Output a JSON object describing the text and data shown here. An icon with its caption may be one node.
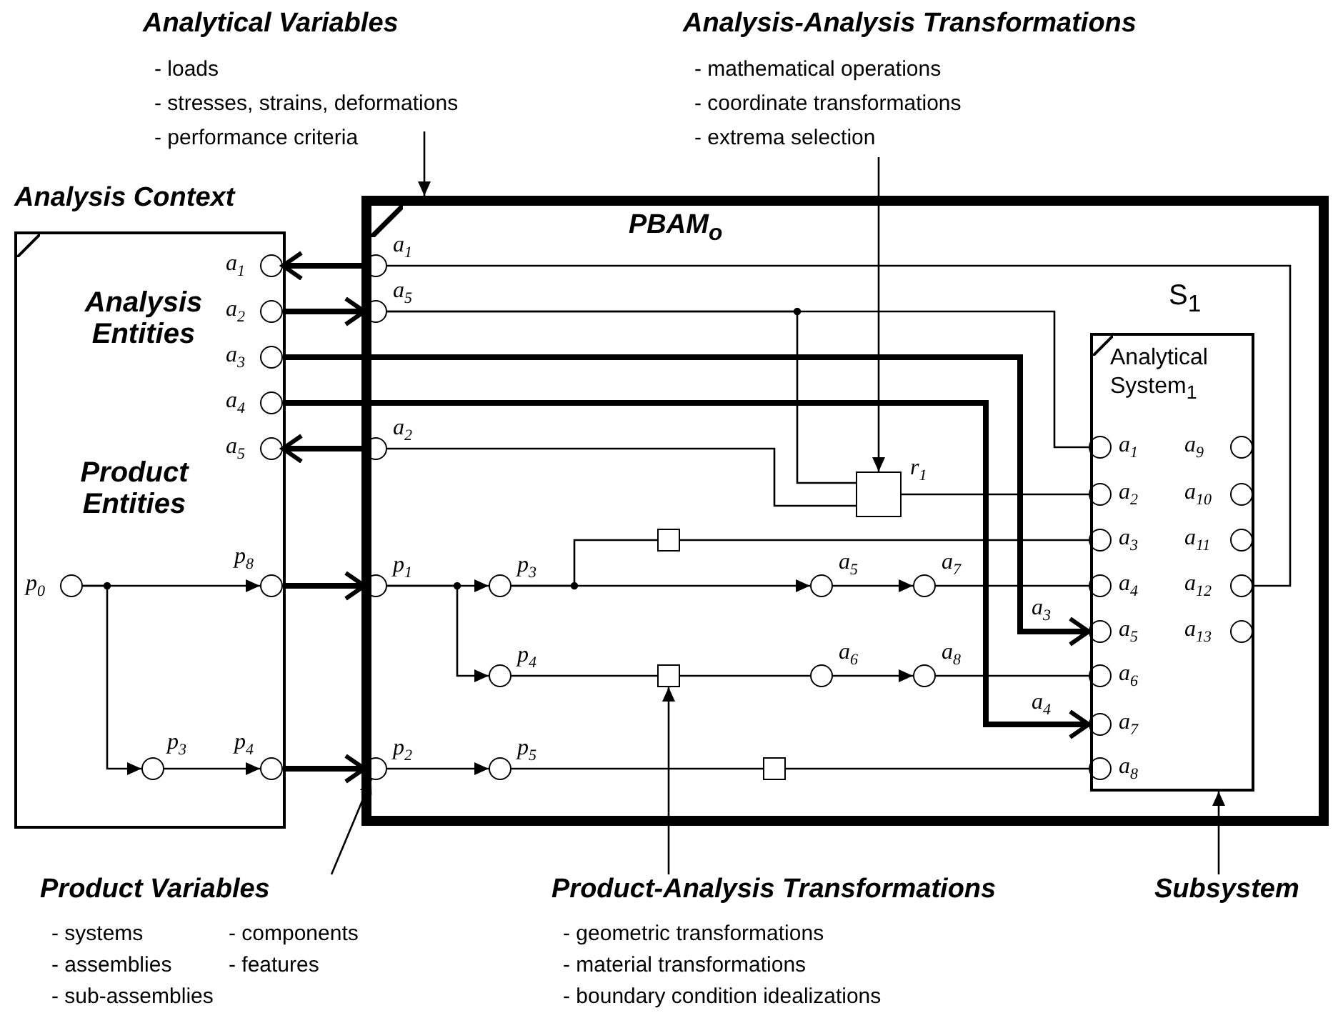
{
  "diagram": {
    "nodes": [
      {
        "text": [
          "Analysis Context",
          "Analysis Entities",
          "Product Entities"
        ]
      },
      {
        "text": [],
        "shape": "circle",
        "beside": [
          "a$_{1}$"
        ],
        "in": 0
      },
      {
        "text": [],
        "shape": "circle",
        "beside": [
          "a$_{2}$"
        ],
        "in": 0
      },
      {
        "text": [],
        "shape": "circle",
        "beside": [
          "a$_{3}$"
        ],
        "in": 0
      },
      {
        "text": [],
        "shape": "circle",
        "beside": [
          "a$_{4}$"
        ],
        "in": 0
      },
      {
        "text": [],
        "shape": "circle",
        "beside": [
          "a$_{5}$"
        ],
        "in": 0
      },
      {
        "text": [],
        "shape": "circle",
        "beside": [
          "p$_{0}$"
        ],
        "in": 0
      },
      {
        "text": [],
        "shape": "circle",
        "beside": [
          "p$_{8}$"
        ],
        "in": 0
      },
      {
        "text": [],
        "shape": "circle",
        "beside": [
          "p$_{3}$"
        ],
        "in": 0
      },
      {
        "text": [],
        "shape": "circle",
        "beside": [
          "p$_{4}$"
        ],
        "in": 0
      },
      {
        "text": [
          "PBAM$_{o}$"
        ]
      },
      {
        "text": [],
        "shape": "circle",
        "beside": [
          "a$_{1}$"
        ],
        "in": 10
      },
      {
        "text": [],
        "shape": "circle",
        "beside": [
          "a$_{5}$"
        ],
        "in": 10
      },
      {
        "text": [],
        "shape": "circle",
        "beside": [
          "a$_{2}$"
        ],
        "in": 10
      },
      {
        "text": [],
        "shape": "circle",
        "beside": [
          "p$_{1}$"
        ],
        "in": 10
      },
      {
        "text": [],
        "shape": "circle",
        "beside": [
          "p$_{2}$"
        ],
        "in": 10
      },
      {
        "text": [],
        "shape": "circle",
        "beside": [
          "p$_{3}$"
        ],
        "in": 10
      },
      {
        "text": [],
        "shape": "circle",
        "beside": [
          "p$_{4}$"
        ],
        "in": 10
      },
      {
        "text": [],
        "shape": "circle",
        "beside": [
          "p$_{5}$"
        ],
        "in": 10
      },
      {
        "text": [],
        "shape": "box",
        "beside": [
          "r$_{1}$"
        ],
        "in": 10
      },
      {
        "text": [],
        "shape": "box",
        "in": 10
      },
      {
        "text": [],
        "shape": "circle",
        "beside": [
          "a$_{5}$"
        ],
        "in": 10
      },
      {
        "text": [],
        "shape": "circle",
        "beside": [
          "a$_{7}$"
        ],
        "in": 10
      },
      {
        "text": [],
        "shape": "box",
        "in": 10
      },
      {
        "text": [],
        "shape": "circle",
        "beside": [
          "a$_{6}$"
        ],
        "in": 10
      },
      {
        "text": [],
        "shape": "circle",
        "beside": [
          "a$_{8}$"
        ],
        "in": 10
      },
      {
        "text": [],
        "shape": "box",
        "in": 10
      },
      {
        "text": [
          "Analytical System$_{1}$"
        ],
        "beside": [
          "S$_{1}$"
        ],
        "in": 10
      },
      {
        "text": [],
        "shape": "circle",
        "beside": [
          "a$_{1}$"
        ],
        "in": 27
      },
      {
        "text": [],
        "shape": "circle",
        "beside": [
          "a$_{2}$"
        ],
        "in": 27
      },
      {
        "text": [],
        "shape": "circle",
        "beside": [
          "a$_{3}$"
        ],
        "in": 27
      },
      {
        "text": [],
        "shape": "circle",
        "beside": [
          "a$_{4}$"
        ],
        "in": 27
      },
      {
        "text": [],
        "shape": "circle",
        "beside": [
          "a$_{5}$"
        ],
        "in": 27
      },
      {
        "text": [],
        "shape": "circle",
        "beside": [
          "a$_{6}$"
        ],
        "in": 27
      },
      {
        "text": [],
        "shape": "circle",
        "beside": [
          "a$_{7}$"
        ],
        "in": 27
      },
      {
        "text": [],
        "shape": "circle",
        "beside": [
          "a$_{8}$"
        ],
        "in": 27
      },
      {
        "text": [],
        "shape": "circle",
        "beside": [
          "a$_{9}$"
        ],
        "in": 27
      },
      {
        "text": [],
        "shape": "circle",
        "beside": [
          "a$_{10}$"
        ],
        "in": 27
      },
      {
        "text": [],
        "shape": "circle",
        "beside": [
          "a$_{11}$"
        ],
        "in": 27
      },
      {
        "text": [],
        "shape": "circle",
        "beside": [
          "a$_{12}$"
        ],
        "in": 27
      },
      {
        "text": [],
        "shape": "circle",
        "beside": [
          "a$_{13}$"
        ],
        "in": 27
      },
      {
        "text": [
          "Analytical Variables",
          "- loads",
          "- stresses, strains, deformations",
          "- performance criteria"
        ]
      },
      {
        "text": [
          "Analysis-Analysis Transformations",
          "- mathematical operations",
          "- coordinate transformations",
          "- extrema selection"
        ]
      },
      {
        "text": [
          "Product Variables",
          "- systems",
          "- components",
          "- assemblies",
          "- features",
          "- sub-assemblies"
        ]
      },
      {
        "text": [
          "Product-Analysis Transformations",
          "- geometric transformations",
          "- material transformations",
          "- boundary condition idealizations"
        ]
      },
      {
        "text": [
          "Subsystem"
        ]
      }
    ],
    "edges": [
      {
        "from": 11,
        "to": 1,
        "arrow": "to",
        "style": "thick"
      },
      {
        "from": 2,
        "to": 12,
        "arrow": "to",
        "style": "thick"
      },
      {
        "from": 3,
        "to": 32,
        "arrow": "to",
        "style": "thick",
        "label": "a$_{3}$"
      },
      {
        "from": 4,
        "to": 34,
        "arrow": "to",
        "style": "thick",
        "label": "a$_{4}$"
      },
      {
        "from": 13,
        "to": 5,
        "arrow": "to",
        "style": "thick"
      },
      {
        "from": 6,
        "to": 7,
        "arrow": "to"
      },
      {
        "from": 6,
        "to": 8,
        "arrow": "to"
      },
      {
        "from": 8,
        "to": 9,
        "arrow": "to"
      },
      {
        "from": 7,
        "to": 14,
        "arrow": "to",
        "style": "thick"
      },
      {
        "from": 9,
        "to": 15,
        "arrow": "to",
        "style": "thick"
      },
      {
        "from": 11,
        "to": 39,
        "arrow": "none"
      },
      {
        "from": 12,
        "to": 28,
        "arrow": "none"
      },
      {
        "from": 12,
        "to": 19,
        "arrow": "none"
      },
      {
        "from": 13,
        "to": 19,
        "arrow": "none"
      },
      {
        "from": 19,
        "to": 29,
        "arrow": "none"
      },
      {
        "from": 14,
        "to": 16,
        "arrow": "to"
      },
      {
        "from": 14,
        "to": 17,
        "arrow": "to"
      },
      {
        "from": 16,
        "to": 20,
        "arrow": "none"
      },
      {
        "from": 20,
        "to": 30,
        "arrow": "none"
      },
      {
        "from": 16,
        "to": 21,
        "arrow": "to"
      },
      {
        "from": 21,
        "to": 22,
        "arrow": "to"
      },
      {
        "from": 22,
        "to": 31,
        "arrow": "none"
      },
      {
        "from": 17,
        "to": 23,
        "arrow": "none"
      },
      {
        "from": 23,
        "to": 24,
        "arrow": "none"
      },
      {
        "from": 24,
        "to": 25,
        "arrow": "to"
      },
      {
        "from": 25,
        "to": 33,
        "arrow": "none"
      },
      {
        "from": 15,
        "to": 18,
        "arrow": "to"
      },
      {
        "from": 18,
        "to": 26,
        "arrow": "none"
      },
      {
        "from": 26,
        "to": 35,
        "arrow": "none"
      },
      {
        "from": 41,
        "to": 10,
        "arrow": "to"
      },
      {
        "from": 42,
        "to": 19,
        "arrow": "to"
      },
      {
        "from": 43,
        "to": 15,
        "arrow": "to"
      },
      {
        "from": 44,
        "to": 23,
        "arrow": "to"
      },
      {
        "from": 45,
        "to": 27,
        "arrow": "to"
      }
    ]
  }
}
